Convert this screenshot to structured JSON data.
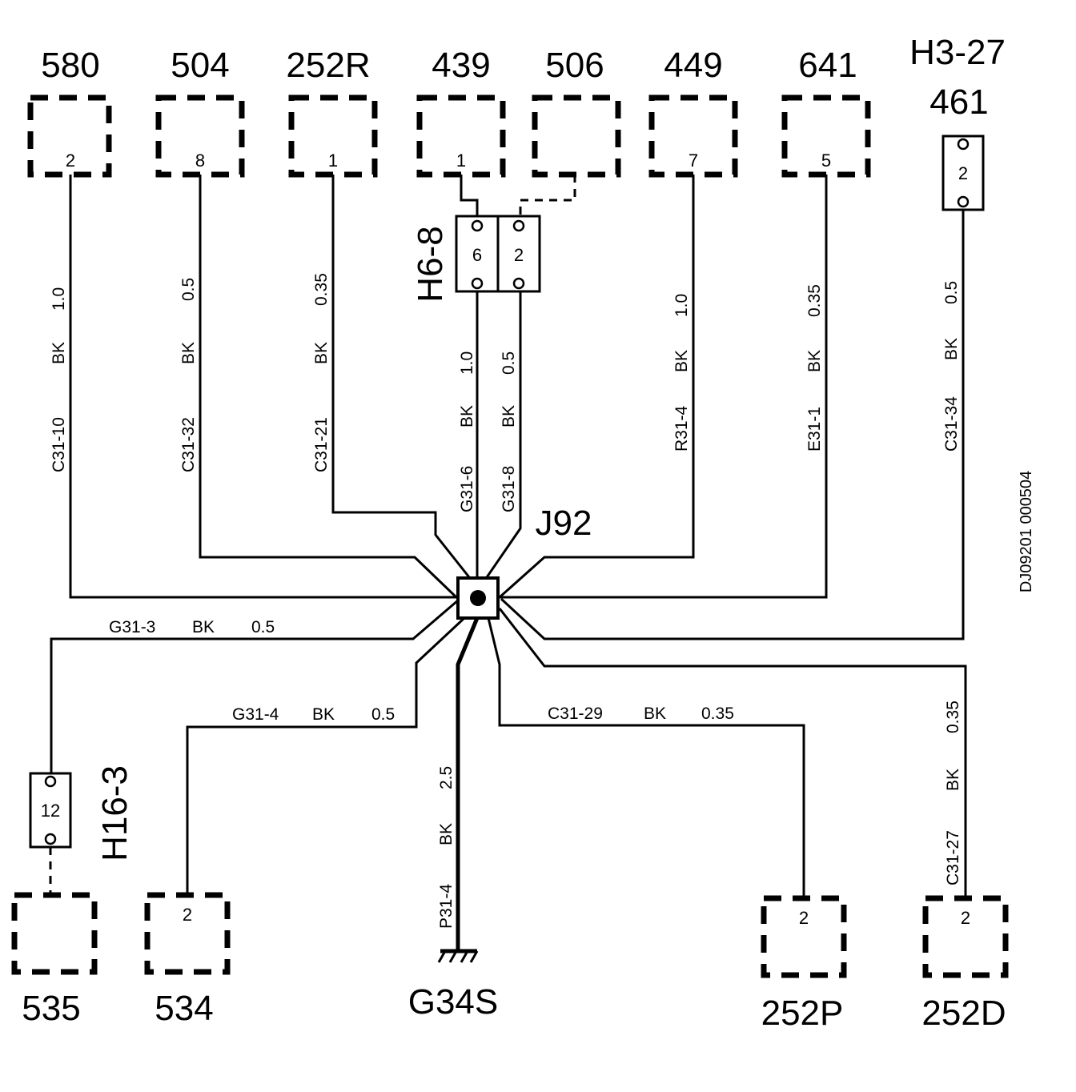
{
  "doc_id": "DJ09201 000504",
  "top_components": [
    {
      "id": "580",
      "pin": "2",
      "wire": {
        "circuit": "C31-10",
        "color": "BK",
        "gauge": "1.0"
      }
    },
    {
      "id": "504",
      "pin": "8",
      "wire": {
        "circuit": "C31-32",
        "color": "BK",
        "gauge": "0.5"
      }
    },
    {
      "id": "252R",
      "pin": "1",
      "wire": {
        "circuit": "C31-21",
        "color": "BK",
        "gauge": "0.35"
      }
    },
    {
      "id": "439",
      "pin": "1"
    },
    {
      "id": "506",
      "pin": ""
    },
    {
      "id": "449",
      "pin": "7",
      "wire": {
        "circuit": "R31-4",
        "color": "BK",
        "gauge": "1.0"
      }
    },
    {
      "id": "641",
      "pin": "5",
      "wire": {
        "circuit": "E31-1",
        "color": "BK",
        "gauge": "0.35"
      }
    }
  ],
  "inline_connectors": {
    "h6_8": {
      "label": "H6-8",
      "pin_left": "6",
      "pin_right": "2"
    },
    "h3_27": {
      "label": "H3-27",
      "pin": "2",
      "component": "461"
    },
    "h16_3": {
      "label": "H16-3",
      "pin": "12"
    }
  },
  "h6_wires": [
    {
      "circuit": "G31-6",
      "color": "BK",
      "gauge": "1.0"
    },
    {
      "circuit": "G31-8",
      "color": "BK",
      "gauge": "0.5"
    }
  ],
  "h3_wire": {
    "circuit": "C31-34",
    "color": "BK",
    "gauge": "0.5"
  },
  "splice": {
    "id": "J92"
  },
  "bottom_wires": {
    "g31_3": {
      "circuit": "G31-3",
      "color": "BK",
      "gauge": "0.5"
    },
    "g31_4": {
      "circuit": "G31-4",
      "color": "BK",
      "gauge": "0.5"
    },
    "p31_4": {
      "circuit": "P31-4",
      "color": "BK",
      "gauge": "2.5"
    },
    "c31_29": {
      "circuit": "C31-29",
      "color": "BK",
      "gauge": "0.35"
    },
    "c31_27": {
      "circuit": "C31-27",
      "color": "BK",
      "gauge": "0.35"
    }
  },
  "bottom_components": [
    {
      "id": "535",
      "pin": ""
    },
    {
      "id": "534",
      "pin": "2"
    },
    {
      "id": "252P",
      "pin": "2"
    },
    {
      "id": "252D",
      "pin": "2"
    }
  ],
  "ground": {
    "id": "G34S"
  }
}
